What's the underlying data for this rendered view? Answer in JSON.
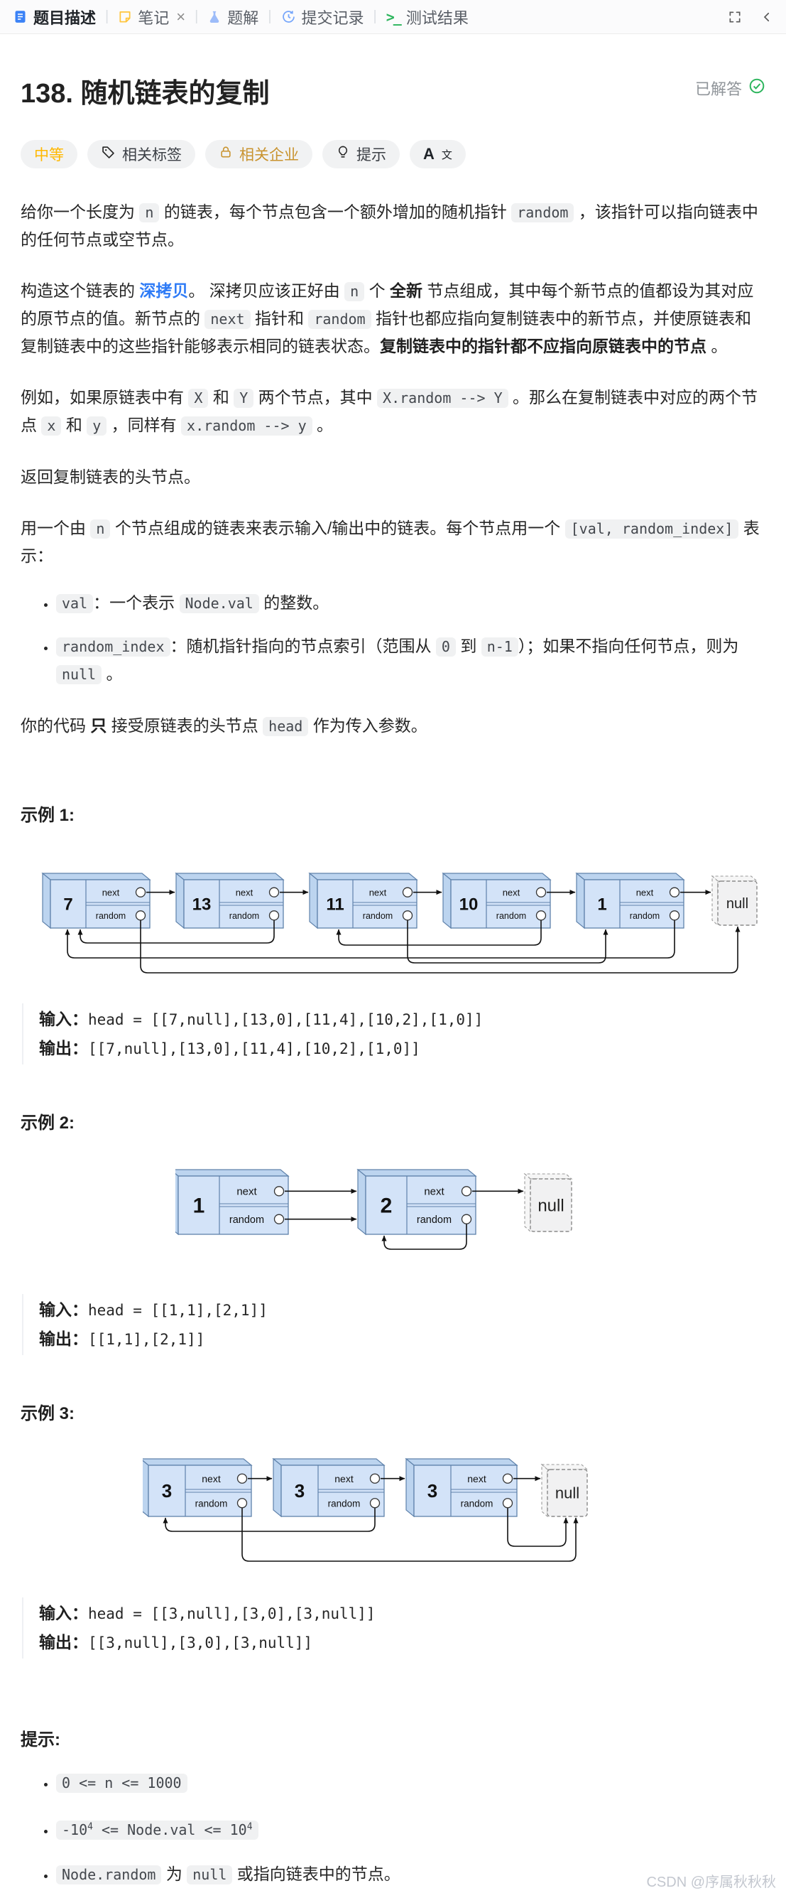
{
  "tabbar": {
    "tabs": [
      {
        "label": "题目描述",
        "icon": "document-icon",
        "active": true
      },
      {
        "label": "笔记",
        "icon": "note-icon",
        "closable": true
      },
      {
        "label": "题解",
        "icon": "flask-icon"
      },
      {
        "label": "提交记录",
        "icon": "history-icon"
      },
      {
        "label": "测试结果",
        "icon": "terminal-icon"
      }
    ]
  },
  "header": {
    "title": "138. 随机链表的复制",
    "solved_label": "已解答"
  },
  "badges": {
    "difficulty": "中等",
    "tags": "相关标签",
    "companies": "相关企业",
    "hint": "提示",
    "translate_main": "A",
    "translate_sub": "文"
  },
  "problem": {
    "p1": [
      {
        "s": "text",
        "v": "给你一个长度为 "
      },
      {
        "s": "code",
        "v": "n"
      },
      {
        "s": "text",
        "v": " 的链表，每个节点包含一个额外增加的随机指针 "
      },
      {
        "s": "code",
        "v": "random"
      },
      {
        "s": "text",
        "v": " ，该指针可以指向链表中的任何节点或空节点。"
      }
    ],
    "p2": [
      {
        "s": "text",
        "v": "构造这个链表的 "
      },
      {
        "s": "link",
        "v": "深拷贝"
      },
      {
        "s": "text",
        "v": "。 深拷贝应该正好由 "
      },
      {
        "s": "code",
        "v": "n"
      },
      {
        "s": "text",
        "v": " 个 "
      },
      {
        "s": "bold",
        "v": "全新"
      },
      {
        "s": "text",
        "v": " 节点组成，其中每个新节点的值都设为其对应的原节点的值。新节点的 "
      },
      {
        "s": "code",
        "v": "next"
      },
      {
        "s": "text",
        "v": " 指针和 "
      },
      {
        "s": "code",
        "v": "random"
      },
      {
        "s": "text",
        "v": " 指针也都应指向复制链表中的新节点，并使原链表和复制链表中的这些指针能够表示相同的链表状态。"
      },
      {
        "s": "bold",
        "v": "复制链表中的指针都不应指向原链表中的节点"
      },
      {
        "s": "text",
        "v": " 。"
      }
    ],
    "p3": [
      {
        "s": "text",
        "v": "例如，如果原链表中有 "
      },
      {
        "s": "code",
        "v": "X"
      },
      {
        "s": "text",
        "v": " 和 "
      },
      {
        "s": "code",
        "v": "Y"
      },
      {
        "s": "text",
        "v": " 两个节点，其中 "
      },
      {
        "s": "code",
        "v": "X.random --> Y"
      },
      {
        "s": "text",
        "v": " 。那么在复制链表中对应的两个节点 "
      },
      {
        "s": "code",
        "v": "x"
      },
      {
        "s": "text",
        "v": " 和 "
      },
      {
        "s": "code",
        "v": "y"
      },
      {
        "s": "text",
        "v": " ，同样有 "
      },
      {
        "s": "code",
        "v": "x.random --> y"
      },
      {
        "s": "text",
        "v": " 。"
      }
    ],
    "p4": [
      {
        "s": "text",
        "v": "返回复制链表的头节点。"
      }
    ],
    "p5": [
      {
        "s": "text",
        "v": "用一个由 "
      },
      {
        "s": "code",
        "v": "n"
      },
      {
        "s": "text",
        "v": " 个节点组成的链表来表示输入/输出中的链表。每个节点用一个 "
      },
      {
        "s": "code",
        "v": "[val, random_index]"
      },
      {
        "s": "text",
        "v": " 表示："
      }
    ],
    "bullet1": [
      {
        "s": "code",
        "v": "val"
      },
      {
        "s": "text",
        "v": "：一个表示 "
      },
      {
        "s": "code",
        "v": "Node.val"
      },
      {
        "s": "text",
        "v": " 的整数。"
      }
    ],
    "bullet2": [
      {
        "s": "code",
        "v": "random_index"
      },
      {
        "s": "text",
        "v": "：随机指针指向的节点索引（范围从 "
      },
      {
        "s": "code",
        "v": "0"
      },
      {
        "s": "text",
        "v": " 到 "
      },
      {
        "s": "code",
        "v": "n-1"
      },
      {
        "s": "text",
        "v": "）；如果不指向任何节点，则为 "
      },
      {
        "s": "code",
        "v": "null"
      },
      {
        "s": "text",
        "v": " 。"
      }
    ],
    "p6": [
      {
        "s": "text",
        "v": "你的代码 "
      },
      {
        "s": "bold",
        "v": "只"
      },
      {
        "s": "text",
        "v": " 接受原链表的头节点 "
      },
      {
        "s": "code",
        "v": "head"
      },
      {
        "s": "text",
        "v": " 作为传入参数。"
      }
    ]
  },
  "examples": [
    {
      "heading": "示例 1:",
      "input_label": "输入：",
      "input": "head = [[7,null],[13,0],[11,4],[10,2],[1,0]]",
      "output_label": "输出：",
      "output": "[[7,null],[13,0],[11,4],[10,2],[1,0]]",
      "diagram": {
        "next_label": "next",
        "random_label": "random",
        "null_label": "null",
        "nodes": [
          "7",
          "13",
          "11",
          "10",
          "1"
        ],
        "random_links": [
          {
            "from": 1,
            "to": 0,
            "lvl": 1,
            "eo": 42
          },
          {
            "from": 3,
            "to": 2,
            "lvl": 1.15,
            "eo": 30
          },
          {
            "from": 4,
            "to": 0,
            "lvl": 2,
            "eo": 24
          },
          {
            "from": 2,
            "to": 4,
            "lvl": 2.35,
            "eo": 30
          },
          {
            "from": 0,
            "to": "null",
            "lvl": 3,
            "eo": 28
          }
        ]
      }
    },
    {
      "heading": "示例 2:",
      "input_label": "输入：",
      "input": "head = [[1,1],[2,1]]",
      "output_label": "输出：",
      "output": "[[1,1],[2,1]]",
      "diagram": {
        "next_label": "next",
        "random_label": "random",
        "null_label": "null",
        "nodes": [
          "1",
          "2"
        ],
        "random_links": [
          {
            "from": 0,
            "to": 1,
            "straight": true
          },
          {
            "from": 1,
            "to": 1,
            "lvl": 1,
            "eo": 26
          }
        ]
      }
    },
    {
      "heading": "示例 3:",
      "input_label": "输入：",
      "input": "head = [[3,null],[3,0],[3,null]]",
      "output_label": "输出：",
      "output": "[[3,null],[3,0],[3,null]]",
      "diagram": {
        "next_label": "next",
        "random_label": "random",
        "null_label": "null",
        "nodes": [
          "3",
          "3",
          "3"
        ],
        "random_links": [
          {
            "from": 1,
            "to": 0,
            "lvl": 1,
            "eo": 24
          },
          {
            "from": 2,
            "to": "null",
            "lvl": 2,
            "eo": 26
          },
          {
            "from": 0,
            "to": "null",
            "lvl": 3,
            "eo": 40
          }
        ]
      }
    }
  ],
  "constraints": {
    "heading": "提示:",
    "items": [
      [
        {
          "s": "code",
          "v": "0 <= n <= 1000"
        }
      ],
      [
        {
          "s": "code",
          "parts": [
            [
              "-10",
              "4"
            ],
            [
              " <= Node.val <= 10",
              "4"
            ]
          ]
        }
      ],
      [
        {
          "s": "code",
          "v": "Node.random"
        },
        {
          "s": "text",
          "v": " 为 "
        },
        {
          "s": "code",
          "v": "null"
        },
        {
          "s": "text",
          "v": " 或指向链表中的节点。"
        }
      ]
    ]
  },
  "watermark": "CSDN @序属秋秋秋"
}
